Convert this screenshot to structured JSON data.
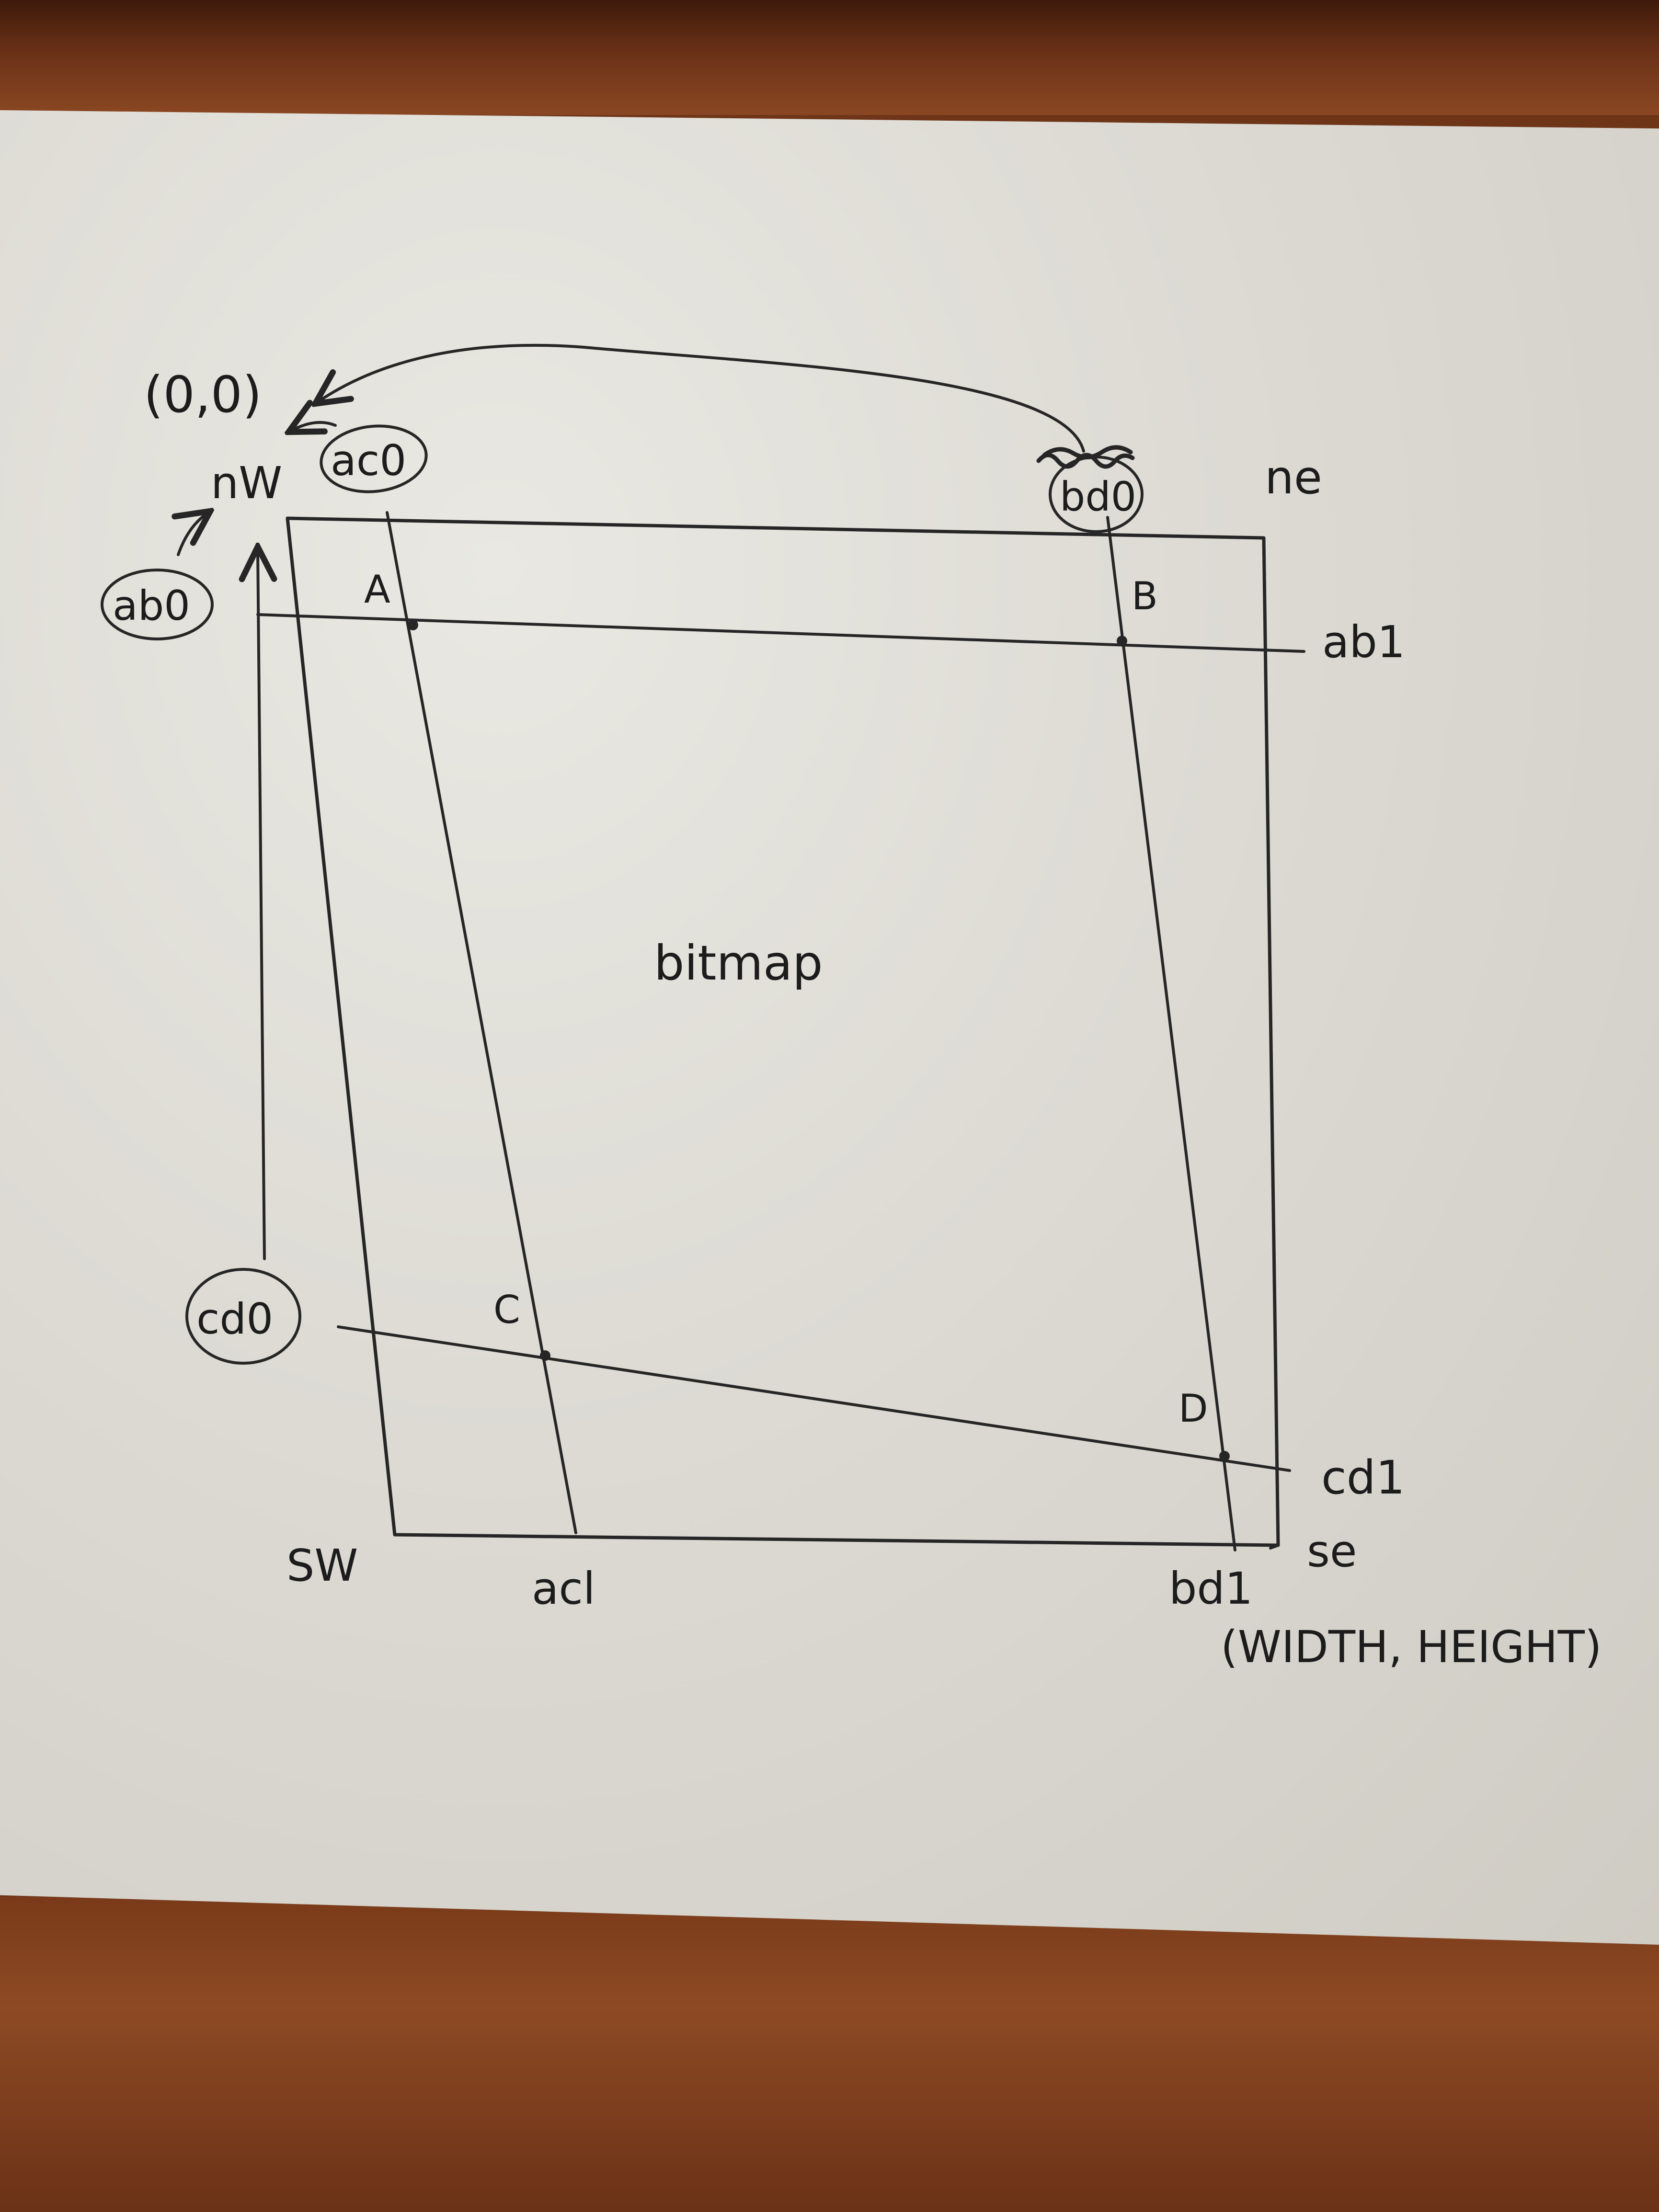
{
  "labels": {
    "origin": "(0,0)",
    "nw": "nW",
    "ne": "ne",
    "sw": "SW",
    "se": "se",
    "ac0": "ac0",
    "ab0": "ab0",
    "bd0": "bd0",
    "cd0": "cd0",
    "ab1": "ab1",
    "cd1": "cd1",
    "ac1": "acl",
    "bd1": "bd1",
    "size": "(WIDTH, HEIGHT)",
    "a": "A",
    "b": "B",
    "c": "C",
    "d": "D",
    "bitmap": "bitmap"
  },
  "colors": {
    "ink": "#262626",
    "paper": "#dcdad3",
    "table": "#7a3a19"
  }
}
